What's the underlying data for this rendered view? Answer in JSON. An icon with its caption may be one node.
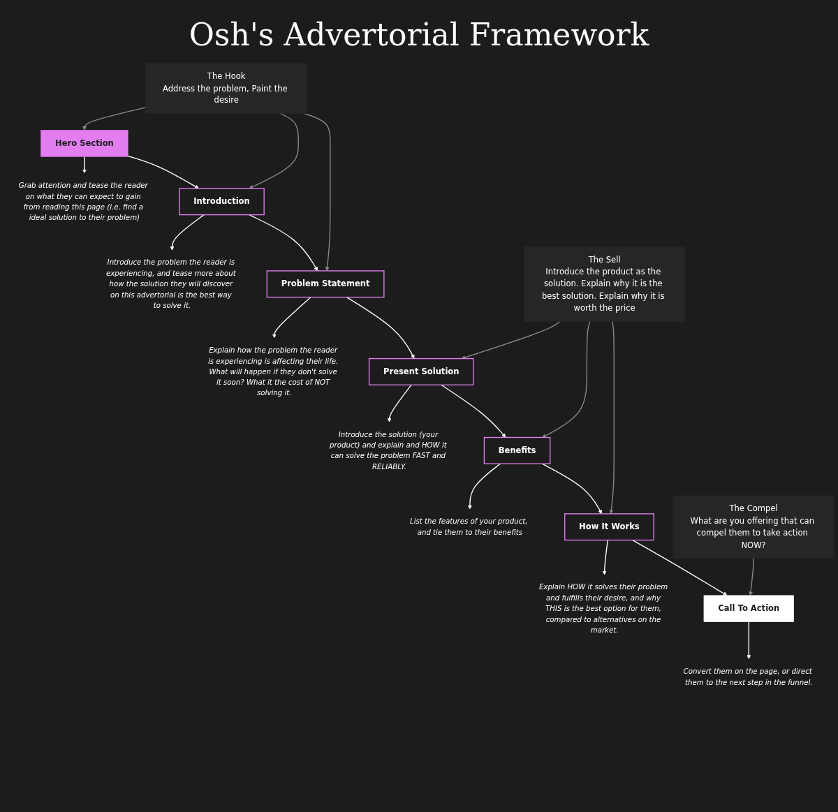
{
  "diagram": {
    "title": "Osh's Advertorial Framework",
    "nodes": [
      {
        "text": [
          "The Hook",
          "Address the problem, Paint the desire"
        ]
      },
      {
        "text": [
          "Hero Section"
        ]
      },
      {
        "text": [
          "Grab attention and tease the reader on what they can expect to gain from reading this page (i.e. find a ideal solution to their problem)"
        ]
      },
      {
        "text": [
          "Introduction"
        ]
      },
      {
        "text": [
          "Introduce the problem the reader is experiencing, and tease more about how the solution they will discover on this advertorial is the best way to solve it."
        ]
      },
      {
        "text": [
          "Problem Statement"
        ]
      },
      {
        "text": [
          "Explain how the problem the reader is experiencing is affecting their life. What will happen if they don't solve it soon? What it the cost of NOT solving it."
        ]
      },
      {
        "text": [
          "The Sell",
          "Introduce the product as the solution. Explain why it is the best solution. Explain why it is worth the price"
        ]
      },
      {
        "text": [
          "Present Solution"
        ]
      },
      {
        "text": [
          "Introduce the solution (your product) and explain and HOW it can solve the problem FAST and RELIABLY."
        ]
      },
      {
        "text": [
          "Benefits"
        ]
      },
      {
        "text": [
          "List the features of your product, and tie them to their benefits"
        ]
      },
      {
        "text": [
          "How It Works"
        ]
      },
      {
        "text": [
          "Explain HOW it solves their problem and fulfills their desire, and why THIS is the best option for them, compared to alternatives on the market."
        ]
      },
      {
        "text": [
          "The Compel",
          "What are you offering that can compel them to take action NOW?"
        ]
      },
      {
        "text": [
          "Call To Action"
        ]
      },
      {
        "text": [
          "Convert them on the page, or direct them to the next step in the funnel."
        ]
      }
    ],
    "edges": [
      {
        "from": 0,
        "to": 1,
        "arrow": "to",
        "color": "#8a8a8a"
      },
      {
        "from": 0,
        "to": 3,
        "arrow": "to",
        "color": "#8a8a8a"
      },
      {
        "from": 0,
        "to": 5,
        "arrow": "to",
        "color": "#8a8a8a"
      },
      {
        "from": 1,
        "to": 2,
        "arrow": "to"
      },
      {
        "from": 1,
        "to": 3,
        "arrow": "to"
      },
      {
        "from": 3,
        "to": 4,
        "arrow": "to"
      },
      {
        "from": 3,
        "to": 5,
        "arrow": "to"
      },
      {
        "from": 5,
        "to": 6,
        "arrow": "to"
      },
      {
        "from": 5,
        "to": 8,
        "arrow": "to"
      },
      {
        "from": 7,
        "to": 8,
        "arrow": "to",
        "color": "#8a8a8a"
      },
      {
        "from": 7,
        "to": 10,
        "arrow": "to",
        "color": "#8a8a8a"
      },
      {
        "from": 7,
        "to": 12,
        "arrow": "to",
        "color": "#8a8a8a"
      },
      {
        "from": 8,
        "to": 9,
        "arrow": "to"
      },
      {
        "from": 8,
        "to": 10,
        "arrow": "to"
      },
      {
        "from": 10,
        "to": 11,
        "arrow": "to"
      },
      {
        "from": 10,
        "to": 12,
        "arrow": "to"
      },
      {
        "from": 12,
        "to": 13,
        "arrow": "to"
      },
      {
        "from": 12,
        "to": 15,
        "arrow": "to"
      },
      {
        "from": 14,
        "to": 15,
        "arrow": "to",
        "color": "#8a8a8a"
      },
      {
        "from": 15,
        "to": 16,
        "arrow": "to"
      }
    ]
  }
}
